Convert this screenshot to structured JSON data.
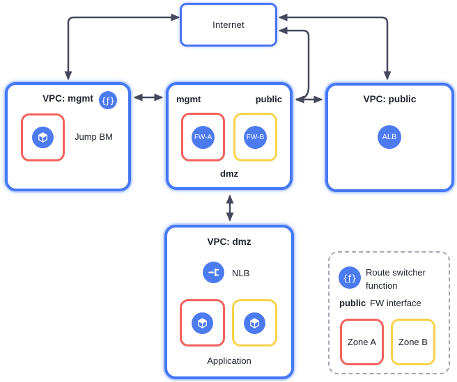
{
  "diagram": {
    "internet": {
      "label": "Internet"
    },
    "vpc_mgmt": {
      "title": "VPC: mgmt",
      "node_label": "Jump BM",
      "function_glyph": "{ƒ}"
    },
    "fw_vpc": {
      "interface_mgmt": "mgmt",
      "interface_public": "public",
      "interface_dmz": "dmz",
      "fw_a_label": "FW-A",
      "fw_b_label": "FW-B"
    },
    "vpc_public": {
      "title": "VPC: public",
      "node_label": "ALB"
    },
    "vpc_dmz": {
      "title": "VPC: dmz",
      "nlb_label": "NLB",
      "application_label": "Application"
    },
    "legend": {
      "function_glyph": "{ƒ}",
      "route_switcher_label": "Route switcher function",
      "public_label": "public",
      "fw_interface_label": "FW interface",
      "zone_a_label": "Zone A",
      "zone_b_label": "Zone B"
    },
    "icons": {
      "function": "function-icon",
      "compute": "cube-icon",
      "network_load_balancer": "load-balancer-icon"
    },
    "colors": {
      "vpc_border_blue": "#4478F6",
      "node_circle_blue": "#4C7AF0",
      "zone_a_red": "#F4615C",
      "zone_b_yellow": "#F8D24B",
      "arrow_dark": "#45485E",
      "text_dark": "#20242E",
      "legend_border_gray": "#A4A8B4"
    }
  }
}
